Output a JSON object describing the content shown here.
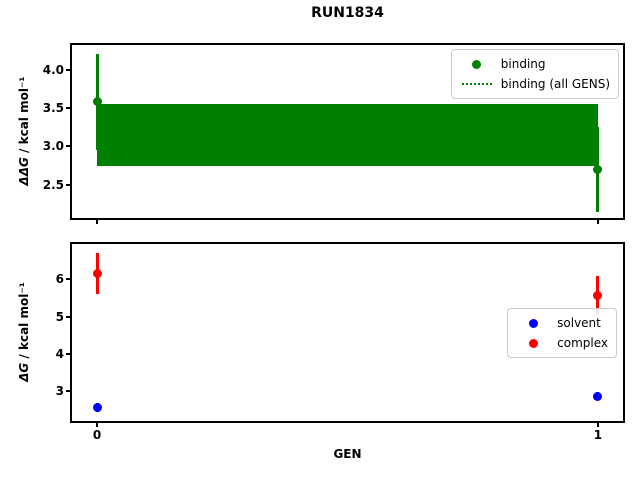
{
  "figure": {
    "title": "RUN1834",
    "background": "#ffffff",
    "spine_color": "#000000",
    "legend_border_color": "#cccccc"
  },
  "chart_data": [
    {
      "type": "scatter",
      "title": "RUN1834",
      "ylabel": "ΔΔG / kcal mol⁻¹",
      "ylabel_math": "ΔΔG",
      "ylabel_units": " / kcal mol⁻¹",
      "xlim": [
        -0.05,
        1.05
      ],
      "ylim": [
        2.07,
        4.32
      ],
      "yticks": [
        2.5,
        3.0,
        3.5,
        4.0
      ],
      "ytick_labels": [
        "2.5",
        "3.0",
        "3.5",
        "4.0"
      ],
      "xticks": [
        0,
        1
      ],
      "xtick_labels": [
        "",
        ""
      ],
      "grid": false,
      "legend_position": "upper right",
      "series": [
        {
          "name": "binding",
          "color": "#008000",
          "marker": "circle",
          "x": [
            0,
            1
          ],
          "y": [
            3.58,
            2.7
          ],
          "yerr": [
            0.62,
            0.55
          ]
        }
      ],
      "band": {
        "name": "binding (all GENS)",
        "color": "#008000",
        "line_style": "dotted",
        "x_range": [
          0,
          1
        ],
        "y_lo": 2.75,
        "y_hi": 3.55,
        "y_center": 3.15
      },
      "legend_entries": [
        {
          "label": "binding",
          "marker": "dot",
          "color": "#008000"
        },
        {
          "label": "binding (all GENS)",
          "marker": "dotted-line",
          "color": "#008000"
        }
      ]
    },
    {
      "type": "scatter",
      "xlabel": "GEN",
      "ylabel": "ΔG / kcal mol⁻¹",
      "ylabel_math": "ΔG",
      "ylabel_units": " / kcal mol⁻¹",
      "xlim": [
        -0.05,
        1.05
      ],
      "ylim": [
        2.2,
        6.95
      ],
      "yticks": [
        3,
        4,
        5,
        6
      ],
      "ytick_labels": [
        "3",
        "4",
        "5",
        "6"
      ],
      "xticks": [
        0,
        1
      ],
      "xtick_labels": [
        "0",
        "1"
      ],
      "grid": false,
      "legend_position": "center right",
      "series": [
        {
          "name": "solvent",
          "color": "#0000ff",
          "marker": "circle",
          "x": [
            0,
            1
          ],
          "y": [
            2.55,
            2.87
          ],
          "yerr": [
            0.12,
            0.1
          ]
        },
        {
          "name": "complex",
          "color": "#ff0000",
          "marker": "circle",
          "x": [
            0,
            1
          ],
          "y": [
            6.15,
            5.58
          ],
          "yerr": [
            0.55,
            0.5
          ]
        }
      ],
      "legend_entries": [
        {
          "label": "solvent",
          "marker": "dot",
          "color": "#0000ff"
        },
        {
          "label": "complex",
          "marker": "dot",
          "color": "#ff0000"
        }
      ]
    }
  ]
}
